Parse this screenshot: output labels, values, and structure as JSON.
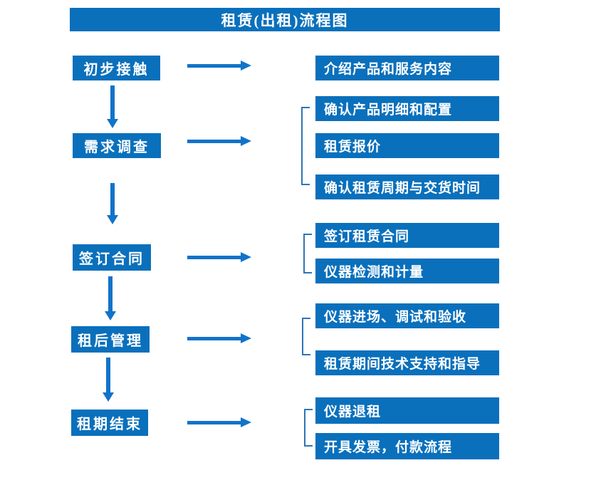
{
  "title": "租赁(出租)流程图",
  "colors": {
    "box_blue": "#0a70bc",
    "arrow_blue": "#1173c9",
    "bracket_blue": "#2e75b6",
    "text_white": "#ffffff"
  },
  "stages": [
    {
      "label": "初步接触",
      "details": [
        "介绍产品和服务内容"
      ]
    },
    {
      "label": "需求调查",
      "details": [
        "确认产品明细和配置",
        "租赁报价",
        "确认租赁周期与交货时间"
      ]
    },
    {
      "label": "签订合同",
      "details": [
        "签订租赁合同",
        "仪器检测和计量"
      ]
    },
    {
      "label": "租后管理",
      "details": [
        "仪器进场、调试和验收",
        "租赁期间技术支持和指导"
      ]
    },
    {
      "label": "租期结束",
      "details": [
        "仪器退租",
        "开具发票，付款流程"
      ]
    }
  ]
}
